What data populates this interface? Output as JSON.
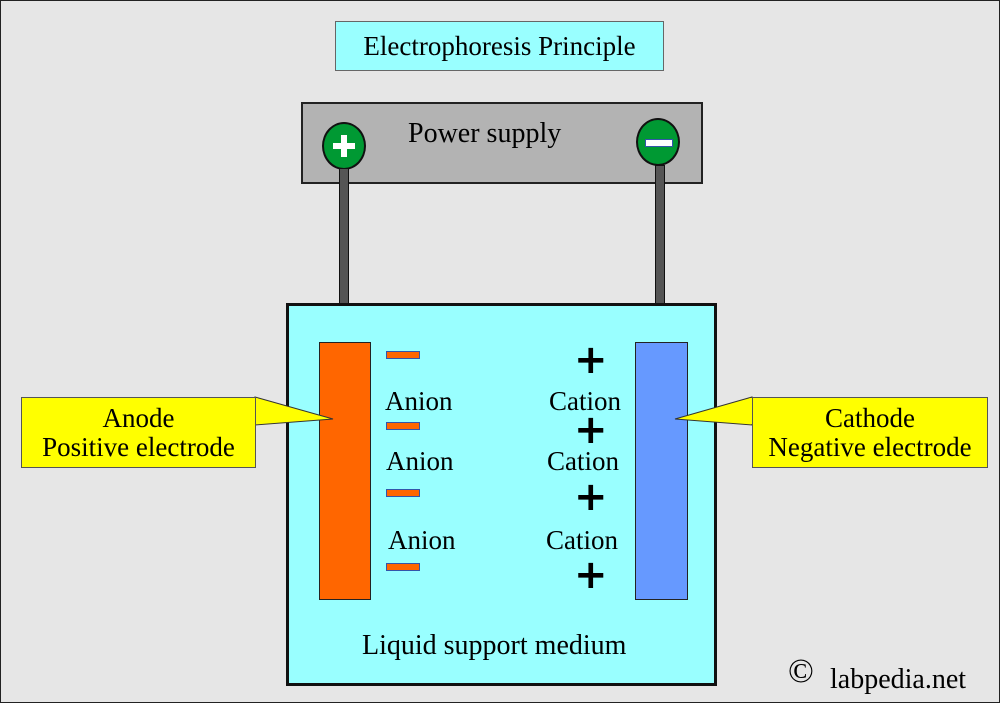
{
  "title": "Electrophoresis Principle",
  "power_supply": {
    "label": "Power supply",
    "positive_terminal_symbol": "+",
    "negative_terminal_symbol": "−"
  },
  "electrodes": {
    "anode": {
      "line1": "Anode",
      "line2": "Positive electrode",
      "color": "#ff6600"
    },
    "cathode": {
      "line1": "Cathode",
      "line2": "Negative electrode",
      "color": "#6699ff"
    }
  },
  "ions": {
    "anion_labels": [
      "Anion",
      "Anion",
      "Anion"
    ],
    "cation_labels": [
      "Cation",
      "Cation",
      "Cation"
    ],
    "positive_symbol": "+"
  },
  "medium_label": "Liquid support medium",
  "watermark": {
    "symbol": "©",
    "site": "labpedia.net"
  },
  "colors": {
    "background": "#e6e6e6",
    "medium": "#99ffff",
    "callout": "#ffff00",
    "terminal": "#009933",
    "power_box": "#b3b3b3"
  }
}
